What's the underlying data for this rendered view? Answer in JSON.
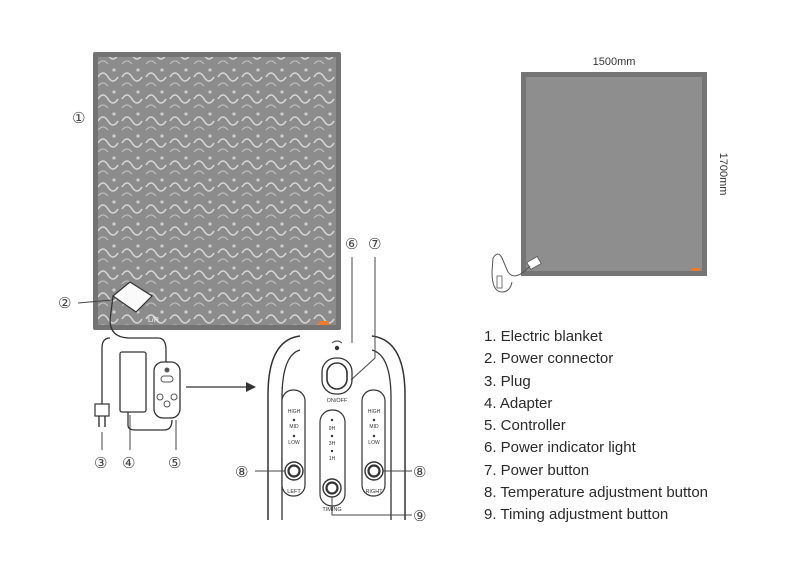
{
  "callouts": {
    "c1": "①",
    "c2": "②",
    "c3": "③",
    "c4": "④",
    "c5": "⑤",
    "c6": "⑥",
    "c7": "⑦",
    "c8a": "⑧",
    "c8b": "⑧",
    "c9": "⑨"
  },
  "dimensions": {
    "width": "1500mm",
    "height": "1700mm"
  },
  "controller": {
    "left_levels": [
      "HIGH",
      "MID",
      "LOW"
    ],
    "right_levels": [
      "HIGH",
      "MID",
      "LOW"
    ],
    "timer_levels": [
      "9H",
      "3H",
      "1H"
    ],
    "onoff_label": "ON/OFF",
    "left_label": "LEFT",
    "right_label": "RIGHT",
    "timing_label": "TIMING"
  },
  "legend": [
    "1. Electric blanket",
    "2. Power connector",
    "3. Plug",
    "4. Adapter",
    "5. Controller",
    "6. Power indicator light",
    "7. Power button",
    "8. Temperature adjustment button",
    "9. Timing adjustment button"
  ],
  "colors": {
    "blanket": "#8a8a8a",
    "border": "#707070",
    "accent": "#f07a2a",
    "line": "#333333"
  }
}
